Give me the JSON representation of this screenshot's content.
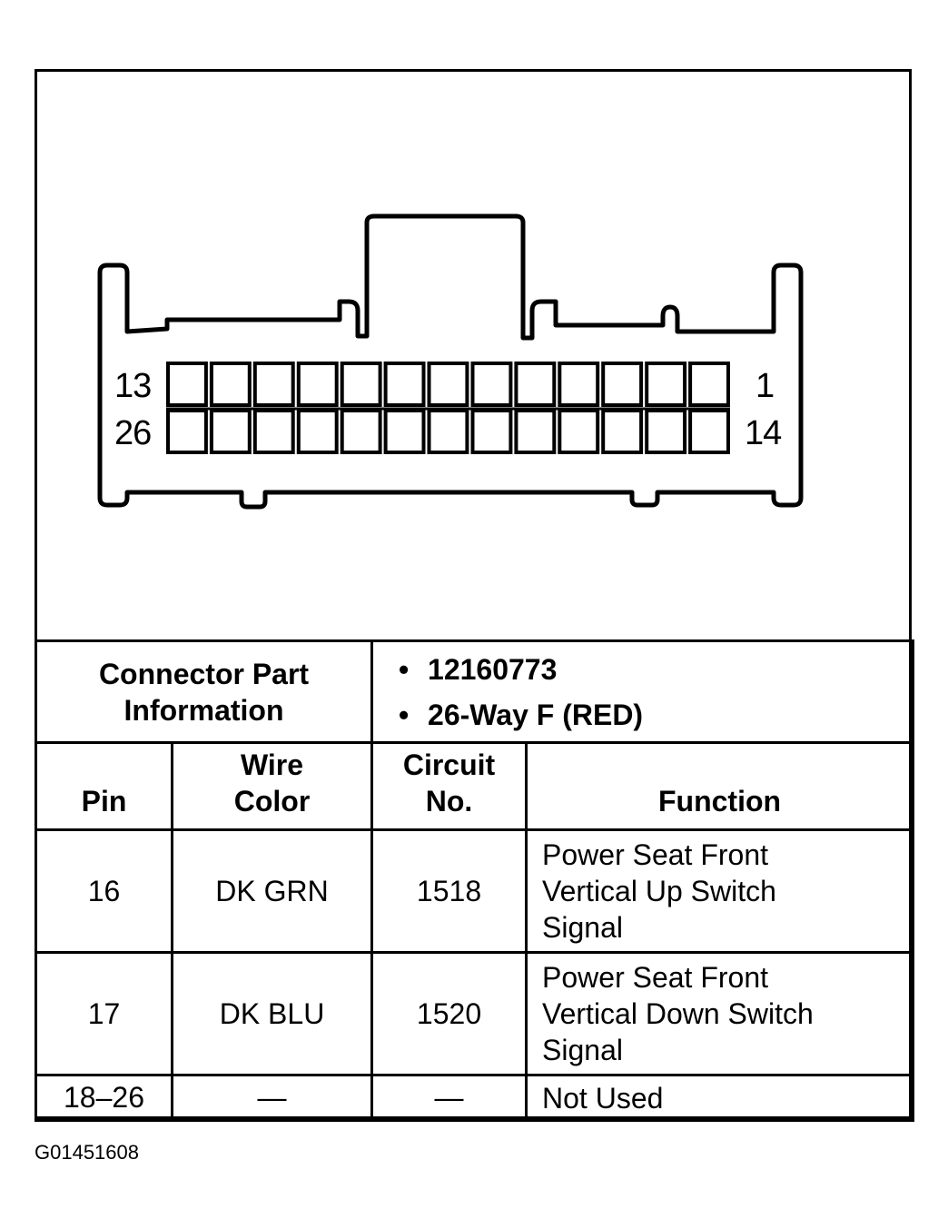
{
  "connector": {
    "pins_top_row_left": "13",
    "pins_top_row_right": "1",
    "pins_bottom_row_left": "26",
    "pins_bottom_row_right": "14",
    "cavity_count_per_row": 13
  },
  "part_info": {
    "label_line1": "Connector Part",
    "label_line2": "Information",
    "bullet": "•",
    "items": [
      "12160773",
      "26-Way F (RED)"
    ]
  },
  "table": {
    "headers": {
      "pin": "Pin",
      "wire_line1": "Wire",
      "wire_line2": "Color",
      "circuit_line1": "Circuit",
      "circuit_line2": "No.",
      "function": "Function"
    },
    "rows": [
      {
        "pin": "16",
        "wire": "DK GRN",
        "circuit": "1518",
        "function": [
          "Power Seat Front",
          "Vertical Up Switch",
          "Signal"
        ]
      },
      {
        "pin": "17",
        "wire": "DK BLU",
        "circuit": "1520",
        "function": [
          "Power Seat Front",
          "Vertical Down Switch",
          "Signal"
        ]
      },
      {
        "pin": "18–26",
        "wire": "—",
        "circuit": "—",
        "function": [
          "Not Used"
        ]
      }
    ]
  },
  "figure_id": "G01451608"
}
